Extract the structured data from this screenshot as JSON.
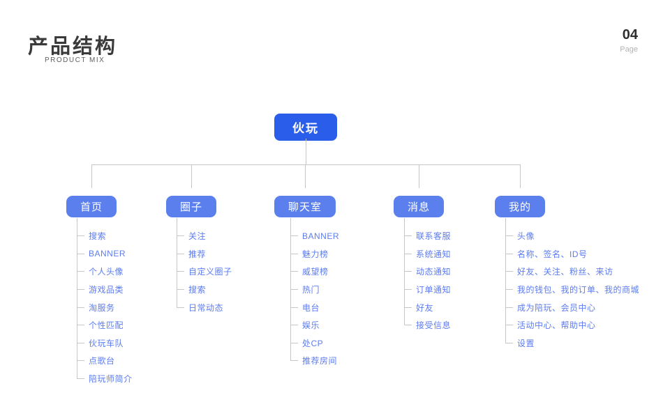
{
  "header": {
    "title": "产品结构",
    "subtitle": "PRODUCT MIX",
    "page_number": "04",
    "page_label": "Page"
  },
  "colors": {
    "root_node_bg": "#2a5eea",
    "branch_node_bg": "#5b80ee",
    "leaf_text": "#5d7cf0",
    "connector_line": "#c6c6c6"
  },
  "tree": {
    "root": {
      "label": "伙玩"
    },
    "branches": [
      {
        "label": "首页",
        "children": [
          "搜索",
          "BANNER",
          "个人头像",
          "游戏品类",
          "淘服务",
          "个性匹配",
          "伙玩车队",
          "点歌台",
          "陪玩师简介"
        ]
      },
      {
        "label": "圈子",
        "children": [
          "关注",
          "推荐",
          "自定义圈子",
          "搜索",
          "日常动态"
        ]
      },
      {
        "label": "聊天室",
        "children": [
          "BANNER",
          "魅力榜",
          "威望榜",
          "热门",
          "电台",
          "娱乐",
          "处CP",
          "推荐房间"
        ]
      },
      {
        "label": "消息",
        "children": [
          "联系客服",
          "系统通知",
          "动态通知",
          "订单通知",
          "好友",
          "接受信息"
        ]
      },
      {
        "label": "我的",
        "children": [
          "头像",
          "名称、签名、ID号",
          "好友、关注、粉丝、来访",
          "我的钱包、我的订单、我的商城",
          "成为陪玩、会员中心",
          "活动中心、帮助中心",
          "设置"
        ]
      }
    ]
  }
}
